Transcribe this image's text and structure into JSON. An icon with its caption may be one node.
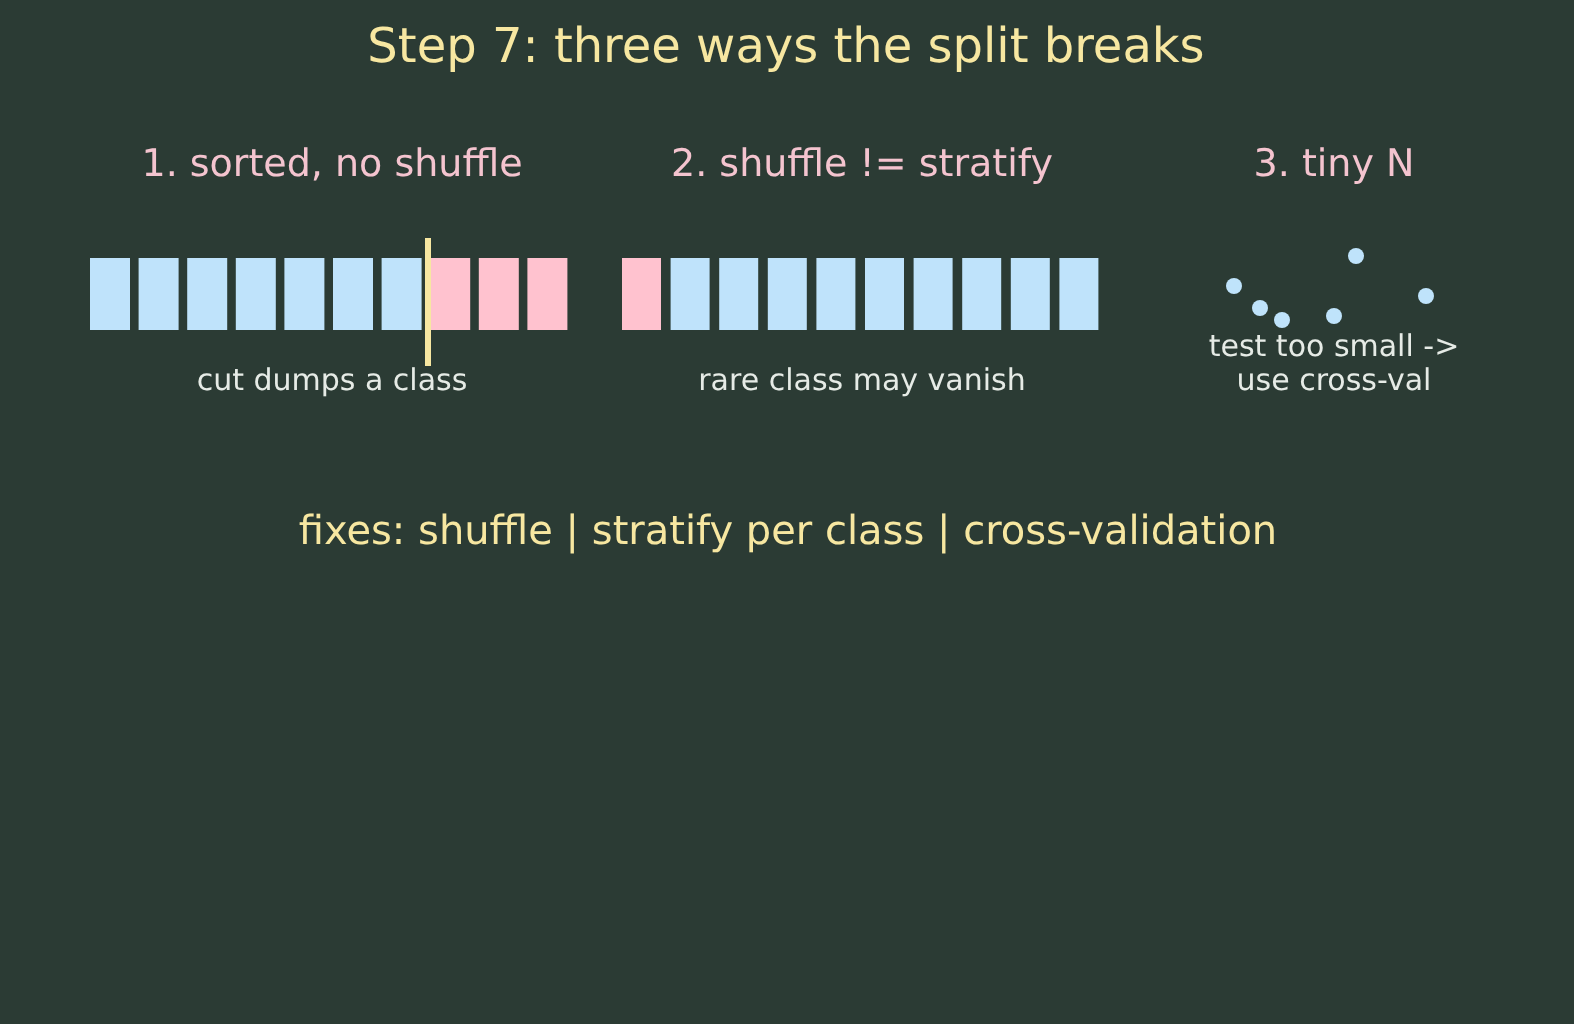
{
  "diagram": {
    "title": "Step 7: three ways the split breaks",
    "labels": [
      "1. sorted, no shuffle",
      "2. shuffle != stratify",
      "3. tiny N",
      "cut dumps a class",
      "rare class may vanish",
      "test too small -> use cross-val",
      "fixes: shuffle | stratify per class | cross-validation"
    ]
  }
}
